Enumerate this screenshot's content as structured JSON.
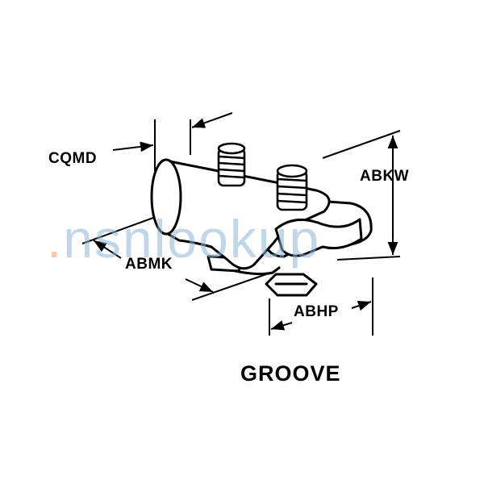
{
  "diagram": {
    "caption": "GROOVE",
    "dimensions": {
      "cqmd": "CQMD",
      "abkw": "ABKW",
      "abmk": "ABMK",
      "abhp": "ABHP"
    }
  },
  "watermark": {
    "dot": ".",
    "text": "nsnlookup"
  },
  "colors": {
    "line": "#000000",
    "background": "#ffffff",
    "watermark": "#8fb6d6",
    "watermark_dot": "#f0a060"
  }
}
